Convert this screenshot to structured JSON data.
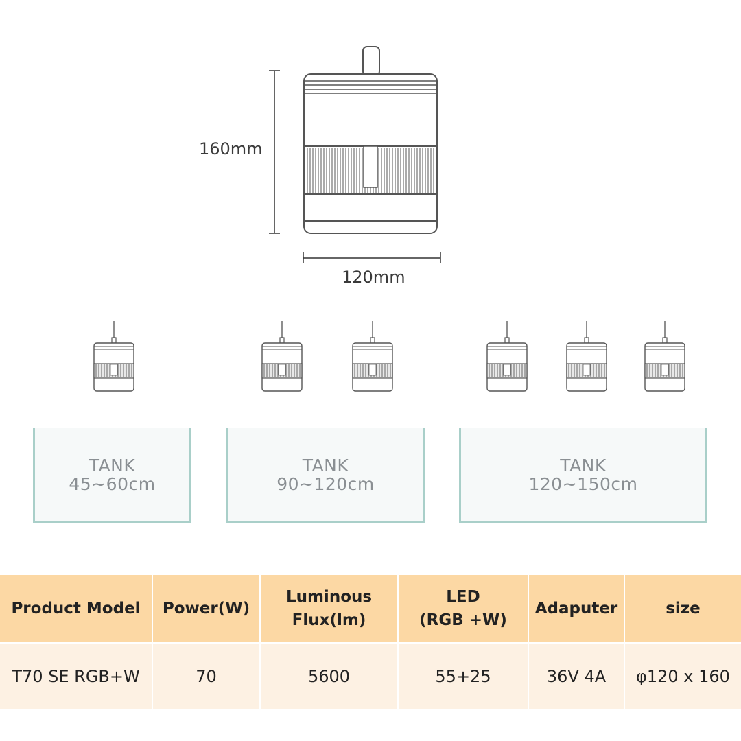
{
  "dimensions": {
    "height_label": "160mm",
    "width_label": "120mm"
  },
  "tanks": [
    {
      "label": "TANK",
      "size": "45~60cm",
      "lights": 1
    },
    {
      "label": "TANK",
      "size": "90~120cm",
      "lights": 2
    },
    {
      "label": "TANK",
      "size": "120~150cm",
      "lights": 3
    }
  ],
  "table": {
    "headers": [
      "Product Model",
      "Power(W)",
      "Luminous\nFlux(lm)",
      "LED\n(RGB +W)",
      "Adaputer",
      "size"
    ],
    "rows": [
      [
        "T70 SE RGB+W",
        "70",
        "5600",
        "55+25",
        "36V 4A",
        "φ120 x 160"
      ]
    ]
  },
  "colors": {
    "header_bg": "#fcd8a4",
    "row_bg": "#fdf1e3",
    "tank_border": "#a9cfc9"
  }
}
